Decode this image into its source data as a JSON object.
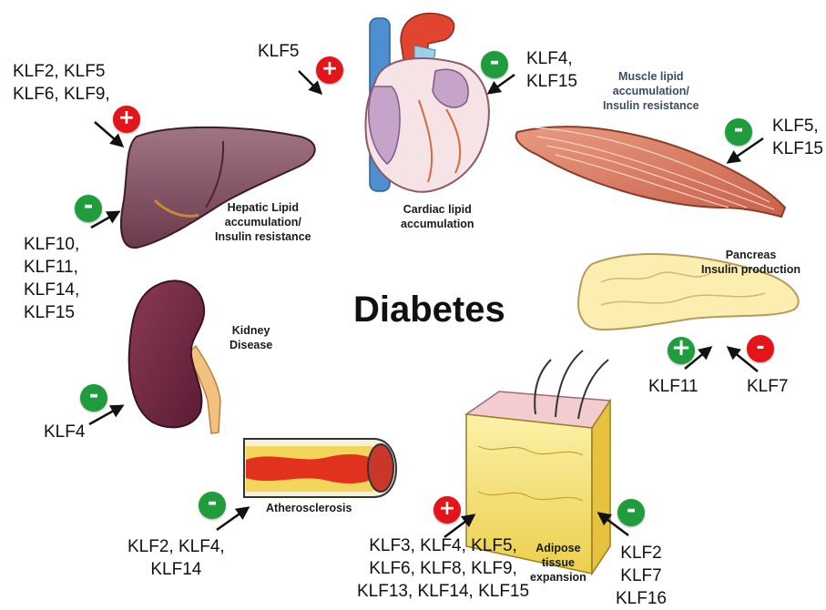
{
  "title": "Diabetes",
  "colors": {
    "positive": "#e3151a",
    "negative": "#1f9c3c"
  },
  "badges": {
    "positive": "+",
    "negative": "-"
  },
  "organs": {
    "liver": {
      "label_lines": [
        "Hepatic Lipid",
        "accumulation/",
        "Insulin resistance"
      ],
      "upregulated": [
        "KLF2, KLF5",
        "KLF6, KLF9,"
      ],
      "downregulated": [
        "KLF10,",
        "KLF11,",
        "KLF14,",
        "KLF15"
      ]
    },
    "heart": {
      "label_lines": [
        "Cardiac lipid",
        "accumulation"
      ],
      "upregulated": [
        "KLF5"
      ],
      "downregulated": [
        "KLF4,",
        "KLF15"
      ]
    },
    "muscle": {
      "label_lines": [
        "Muscle lipid",
        "accumulation/",
        "Insulin resistance"
      ],
      "downregulated": [
        "KLF5,",
        "KLF15"
      ]
    },
    "pancreas": {
      "label_lines": [
        "Pancreas",
        "Insulin production"
      ],
      "upregulated": [
        "KLF11"
      ],
      "downregulated": [
        "KLF7"
      ]
    },
    "kidney": {
      "label_lines": [
        "Kidney",
        "Disease"
      ],
      "downregulated": [
        "KLF4"
      ]
    },
    "artery": {
      "label_lines": [
        "Atherosclerosis"
      ],
      "downregulated": [
        "KLF2, KLF4,",
        "KLF14"
      ]
    },
    "adipose": {
      "label_lines": [
        "Adipose",
        "tissue",
        "expansion"
      ],
      "upregulated": [
        "KLF3, KLF4, KLF5,",
        "KLF6, KLF8, KLF9,",
        "KLF13, KLF14, KLF15"
      ],
      "downregulated": [
        "KLF2",
        "KLF7",
        "KLF16"
      ]
    }
  }
}
